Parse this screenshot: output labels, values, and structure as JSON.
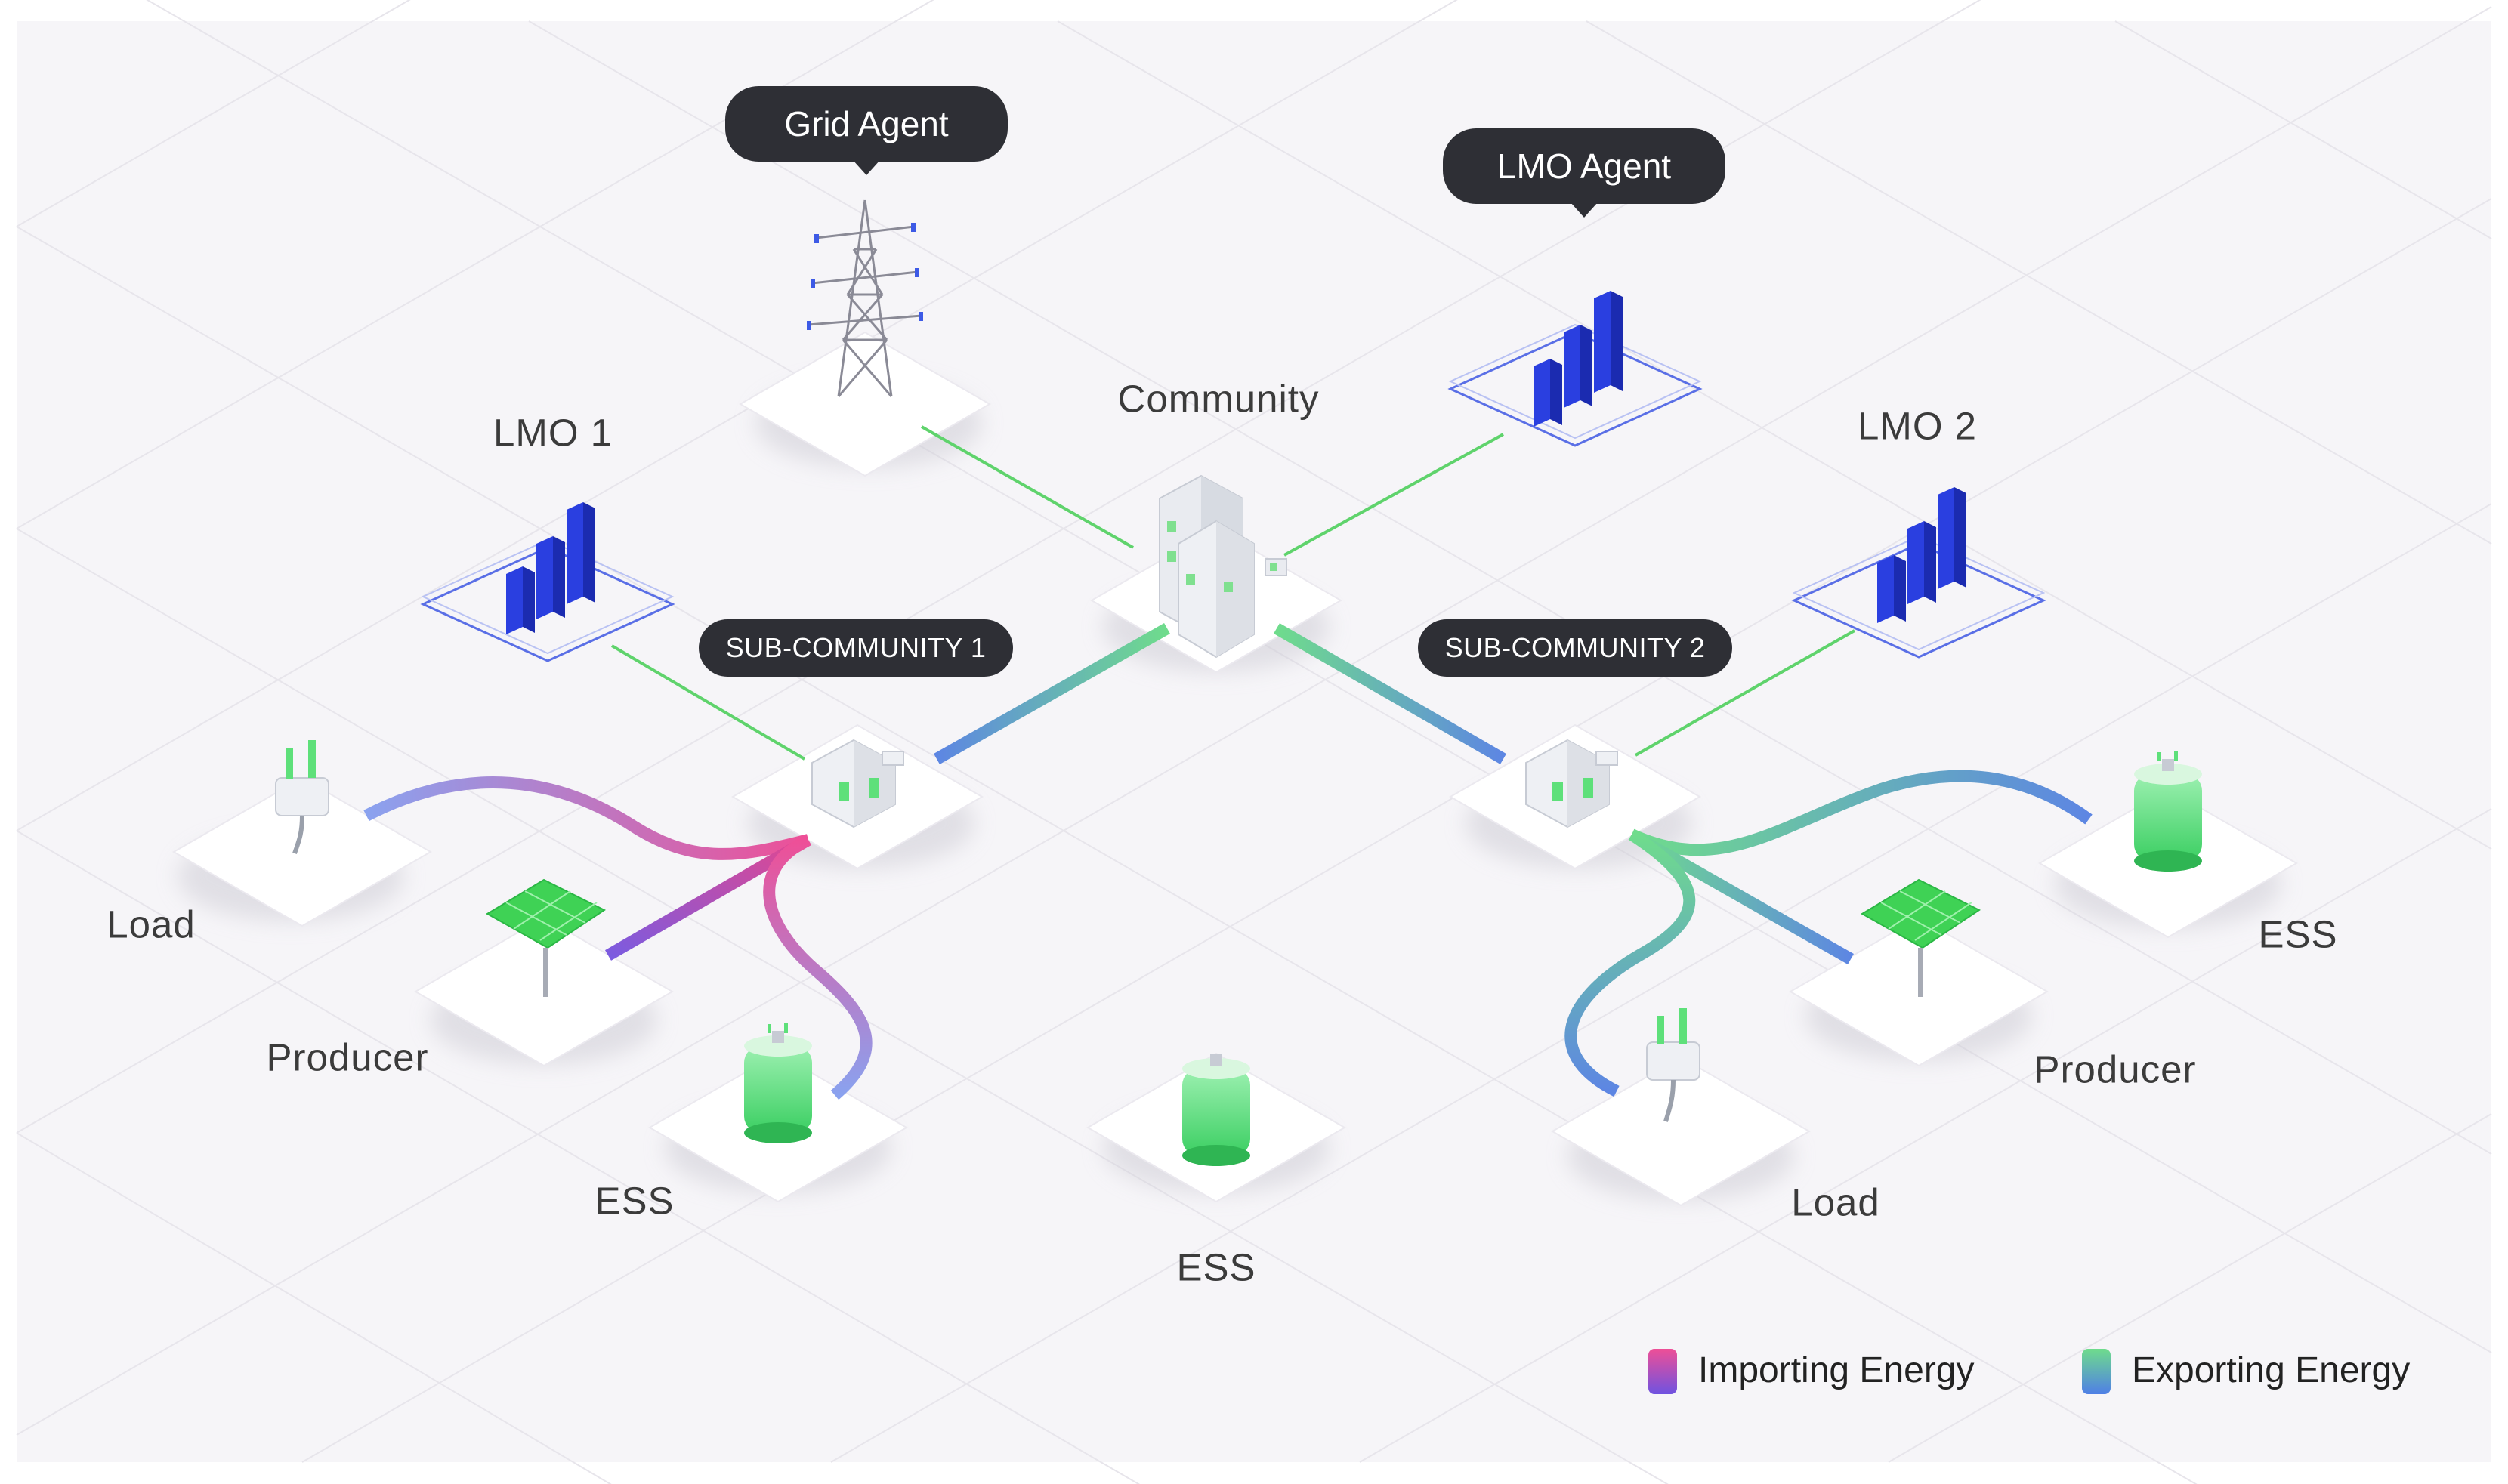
{
  "agents": {
    "grid": "Grid Agent",
    "lmo": "LMO Agent"
  },
  "labels": {
    "community": "Community",
    "lmo1": "LMO 1",
    "lmo2": "LMO 2",
    "subcommunity1": "SUB-COMMUNITY 1",
    "subcommunity2": "SUB-COMMUNITY 2",
    "left_load": "Load",
    "left_producer": "Producer",
    "left_ess": "ESS",
    "center_ess": "ESS",
    "right_ess": "ESS",
    "right_producer": "Producer",
    "right_load": "Load"
  },
  "legend": {
    "importing": "Importing Energy",
    "exporting": "Exporting Energy"
  },
  "colors": {
    "background": "#f6f5f8",
    "link_green": "#5fd36c",
    "bar_blue": "#2a3fe0",
    "battery_green": "#5ee07a",
    "panel_green": "#3fd255",
    "import_pink": "#ee4f97",
    "import_purple": "#7b5be0",
    "export_green": "#6fdc8c",
    "export_blue": "#5d86e3",
    "bubble_dark": "#2e2f35"
  }
}
